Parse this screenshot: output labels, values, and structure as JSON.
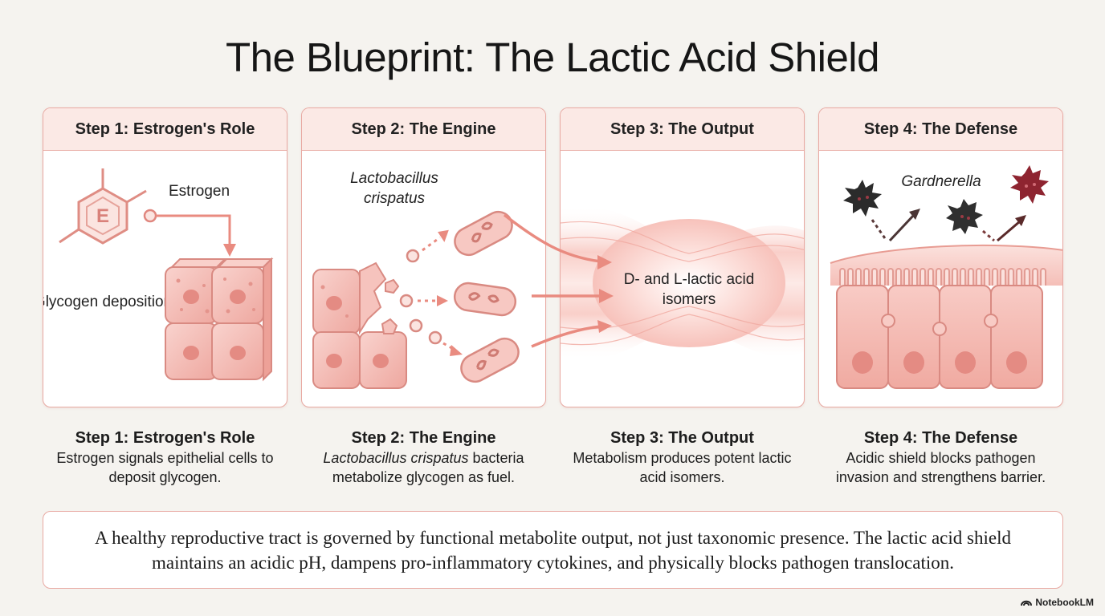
{
  "title": "The Blueprint: The Lactic Acid Shield",
  "steps": [
    {
      "header": "Step 1: Estrogen's Role",
      "caption_title": "Step 1: Estrogen's Role",
      "caption_text": "Estrogen signals epithelial cells to deposit glycogen.",
      "labels": {
        "hormone_letter": "E",
        "hormone": "Estrogen",
        "process": "Glycogen deposition"
      }
    },
    {
      "header": "Step 2: The Engine",
      "caption_title": "Step 2: The Engine",
      "caption_italic": "Lactobacillus crispatus",
      "caption_text": " bacteria metabolize glycogen as fuel.",
      "labels": {
        "bacterium": "Lactobacillus crispatus"
      }
    },
    {
      "header": "Step 3: The Output",
      "caption_title": "Step 3: The Output",
      "caption_text": "Metabolism produces potent lactic acid isomers.",
      "labels": {
        "product": "D- and L-lactic acid isomers"
      }
    },
    {
      "header": "Step 4: The Defense",
      "caption_title": "Step 4: The Defense",
      "caption_text": "Acidic shield blocks pathogen invasion and strengthens barrier.",
      "labels": {
        "pathogen": "Gardnerella"
      }
    }
  ],
  "summary": "A healthy reproductive tract is governed by functional metabolite output, not just taxonomic presence. The lactic acid shield maintains an acidic pH, dampens pro-inflammatory cytokines, and physically blocks pathogen translocation.",
  "brand": "NotebookLM",
  "colors": {
    "accent": "#e98b80",
    "panel_border": "#e8a9a2",
    "header_fill": "#fbe9e5",
    "cell_fill": "#f6c3bd",
    "pathogen_dark": "#2b2b2b",
    "pathogen_red": "#8e2430"
  }
}
